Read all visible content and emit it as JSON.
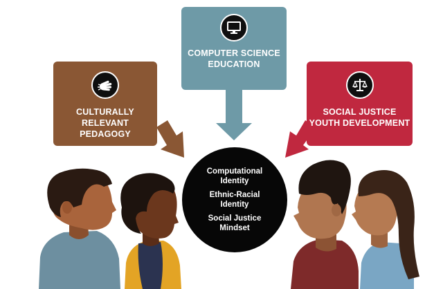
{
  "boxes": {
    "computer_science": {
      "label_line1": "COMPUTER SCIENCE",
      "label_line2": "EDUCATION",
      "icon": "computer-monitor-icon",
      "color": "#6e9aa7"
    },
    "culturally_relevant": {
      "label_line1": "CULTURALLY RELEVANT",
      "label_line2": "PEDAGOGY",
      "icon": "hand-sign-icon",
      "color": "#8a5734"
    },
    "social_justice": {
      "label_line1": "SOCIAL JUSTICE",
      "label_line2": "YOUTH DEVELOPMENT",
      "icon": "scales-of-justice-icon",
      "color": "#c0283f"
    }
  },
  "center": {
    "items": [
      {
        "line1": "Computational",
        "line2": "Identity"
      },
      {
        "line1": "Ethnic-Racial",
        "line2": "Identity"
      },
      {
        "line1": "Social Justice",
        "line2": "Mindset"
      }
    ]
  }
}
